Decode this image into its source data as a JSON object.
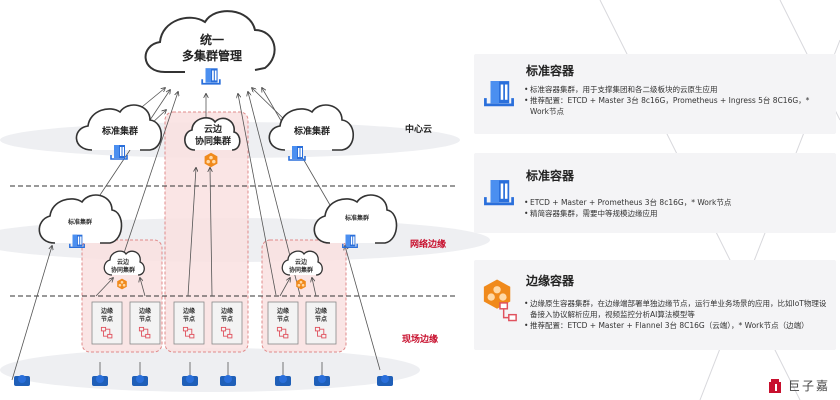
{
  "diagram": {
    "top_cloud": {
      "line1": "统一",
      "line2": "多集群管理",
      "icon": "container-cube-icon"
    },
    "zones": {
      "center": "中心云",
      "network": "网络边缘",
      "field": "现场边缘"
    },
    "center_clouds": [
      {
        "label": "标准集群",
        "icon": "container-cube-icon"
      },
      {
        "line1": "云边",
        "line2": "协同集群",
        "icon": "edge-hex-icon"
      },
      {
        "label": "标准集群",
        "icon": "container-cube-icon"
      }
    ],
    "network_clouds": [
      {
        "label": "标准集群",
        "icon": "container-cube-icon"
      },
      {
        "line1": "云边",
        "line2": "协同集群",
        "icon": "edge-hex-icon"
      },
      {
        "line1": "云边",
        "line2": "协同集群",
        "icon": "edge-hex-icon"
      },
      {
        "label": "标准集群",
        "icon": "container-cube-icon"
      }
    ],
    "edge_node": {
      "line1": "边缘",
      "line2": "节点",
      "icon": "node-topology-icon"
    },
    "devices": [
      "router-icon",
      "valve-icon",
      "engine-icon",
      "pump-icon",
      "fan-icon",
      "meter-icon",
      "crane-icon",
      "camera-icon"
    ]
  },
  "cards": [
    {
      "title": "标准容器",
      "icon": "container-cube-icon",
      "bullets": [
        "标准容器集群，用于支撑集团和各二级板块的云原生应用",
        "推荐配置：ETCD + Master 3台 8c16G，Prometheus + Ingress 5台 8C16G，* Work节点"
      ]
    },
    {
      "title": "标准容器",
      "icon": "container-cube-icon",
      "bullets": [
        "ETCD + Master + Prometheus 3台 8c16G，* Work节点",
        "精简容器集群，需要中等规模边缘应用"
      ]
    },
    {
      "title": "边缘容器",
      "icon": "edge-container-icon",
      "bullets": [
        "边缘原生容器集群，在边缘端部署单独边缘节点，运行单业务场景的应用，比如IoT物理设备接入协议解析应用，视频监控分析AI算法模型等",
        "推荐配置：ETCD + Master + Flannel 3台 8C16G（云端），* Work节点（边端）"
      ]
    }
  ],
  "brand": {
    "name": "巨子嘉"
  },
  "colors": {
    "accent_red": "#c8102e",
    "blue": "#2a6fdb",
    "orange": "#f08a1c",
    "zone_fill": "#f9e1e1",
    "zone_border": "#e08a8a"
  }
}
